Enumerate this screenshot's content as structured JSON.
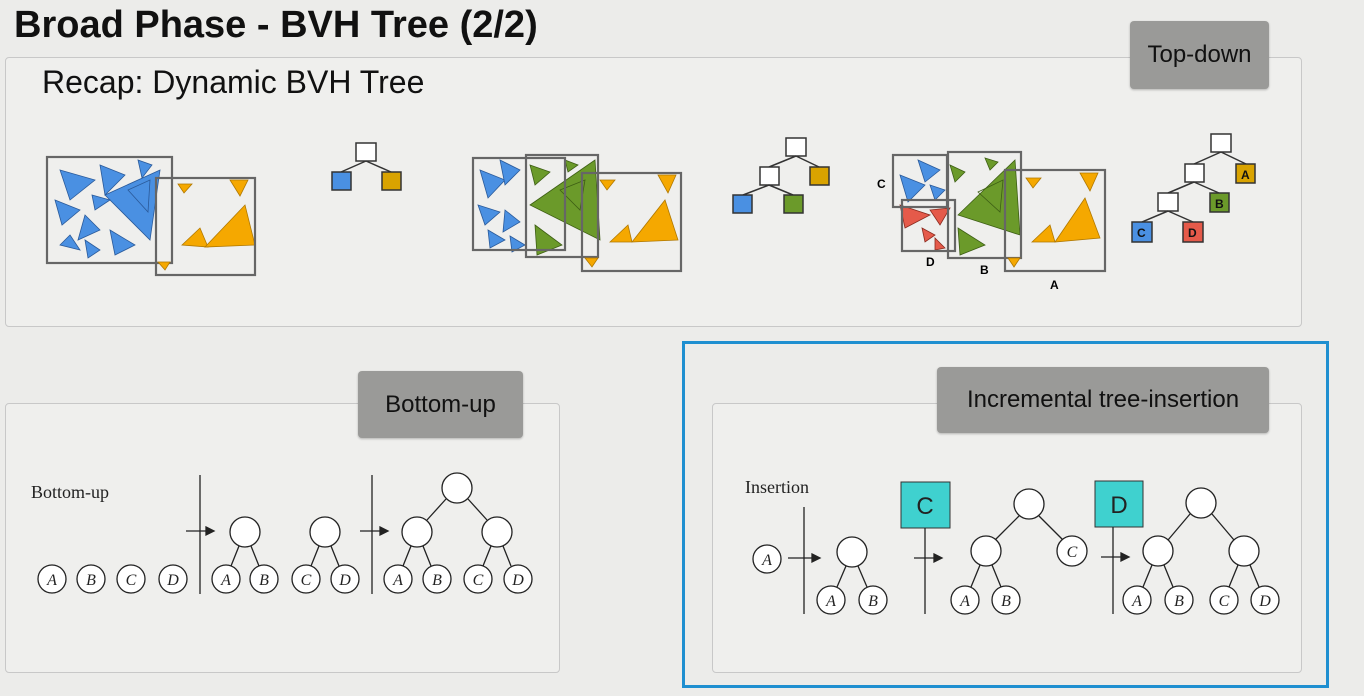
{
  "slide_title": "Broad Phase - BVH Tree (2/2)",
  "top_panel": {
    "recap_label": "Recap: Dynamic BVH Tree",
    "tag": "Top-down",
    "region_labels": [
      "C",
      "D",
      "B",
      "A"
    ],
    "tree_leaf_labels": [
      "A",
      "B",
      "C",
      "D"
    ]
  },
  "bottom_left": {
    "tag": "Bottom-up",
    "figure_label": "Bottom-up",
    "nodes": [
      "A",
      "B",
      "C",
      "D"
    ]
  },
  "bottom_right": {
    "tag": "Incremental tree-insertion",
    "figure_label": "Insertion",
    "insert_labels": [
      "C",
      "D"
    ],
    "nodes": [
      "A",
      "B",
      "C",
      "D"
    ]
  },
  "colors": {
    "blue": "#4a90e2",
    "orange": "#f5a800",
    "green": "#6b9a2a",
    "red": "#e55a4a",
    "cyan_box": "#3fd1cf",
    "highlight_border": "#1f8fd0"
  }
}
